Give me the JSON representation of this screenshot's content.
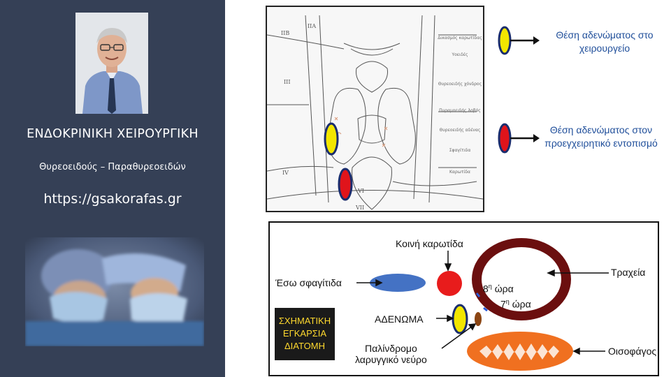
{
  "sidebar": {
    "title": "ΕΝΔΟΚΡΙΝΙΚΗ ΧΕΙΡΟΥΡΓΙΚΗ",
    "subtitle": "Θυρεοειδούς – Παραθυρεοειδών",
    "url": "https://gsakorafas.gr"
  },
  "anatomy": {
    "region_labels": [
      "IIB",
      "IIA",
      "III",
      "IV",
      "VI",
      "VII"
    ],
    "structure_labels": [
      "Δικασμός καρωτίδας",
      "Υοειδές",
      "Θυρεοειδής χόνδρος",
      "Πυραμοειδής λοβός",
      "Θυρεοειδής αδένας",
      "Σφαγίτιδα",
      "Καρωτίδα"
    ]
  },
  "legend": {
    "surgery_position": "Θέση αδενώματος στο χειρουργείο",
    "preop_position": "Θέση αδενώματος στον προεγχειρητικό εντοπισμό",
    "surgery_color": "#f2e600",
    "preop_color": "#e0141b"
  },
  "diagram": {
    "carotid": "Κοινή καρωτίδα",
    "jugular": "Έσω σφαγίτιδα",
    "trachea": "Τραχεία",
    "hour8_num": "8",
    "hour8_sup": "η",
    "hour8_word": "ώρα",
    "hour7_num": "7",
    "hour7_sup": "η",
    "hour7_word": "ώρα",
    "adenoma": "ΑΔΕΝΩΜΑ",
    "nerve_line1": "Παλίνδρομο",
    "nerve_line2": "λαρυγγικό νεύρο",
    "esophagus": "Οισοφάγος",
    "schematic_line1": "ΣΧΗΜΑΤΙΚΗ",
    "schematic_line2": "ΕΓΚΑΡΣΙΑ",
    "schematic_line3": "ΔΙΑΤΟΜΗ"
  }
}
